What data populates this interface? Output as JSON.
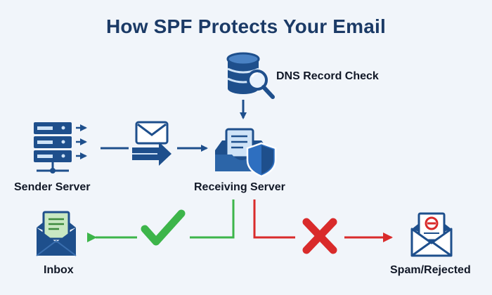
{
  "title": "How SPF Protects Your Email",
  "nodes": {
    "dns": {
      "label": "DNS Record Check",
      "icon": "database-search-icon"
    },
    "sender": {
      "label": "Sender Server",
      "icon": "server-rack-icon"
    },
    "receiver": {
      "label": "Receiving Server",
      "icon": "inbox-shield-icon"
    },
    "inbox": {
      "label": "Inbox",
      "icon": "open-envelope-document-icon"
    },
    "spam": {
      "label": "Spam/Rejected",
      "icon": "blocked-envelope-icon"
    }
  },
  "colors": {
    "navy": "#1e4f8c",
    "light_blue": "#cfe3f7",
    "pass_green": "#3db54a",
    "fail_red": "#d92b2b",
    "title": "#1b3a66"
  },
  "results": {
    "pass_symbol": "check-mark-icon",
    "fail_symbol": "x-mark-icon"
  }
}
